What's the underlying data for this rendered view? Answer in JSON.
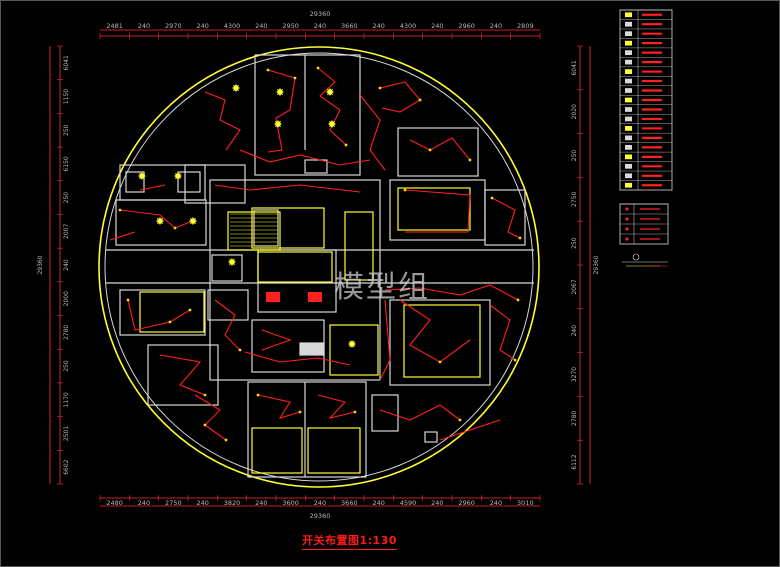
{
  "title": "开关布置图1:130",
  "watermark": "模型组",
  "colors": {
    "background": "#000000",
    "outline": "#ffff33",
    "wall": "#d8d8d8",
    "wiring": "#ff2020",
    "dimension": "#ff3030",
    "dim_text": "#b8b8b8"
  },
  "dimensions": {
    "top_total": "29360",
    "top_segments": [
      "2481",
      "240",
      "2970",
      "240",
      "4300",
      "240",
      "2950",
      "240",
      "3660",
      "240",
      "4300",
      "240",
      "2960",
      "240",
      "2809"
    ],
    "bottom_total": "29360",
    "bottom_segments": [
      "2480",
      "240",
      "2750",
      "240",
      "3820",
      "240",
      "3600",
      "240",
      "3660",
      "240",
      "4590",
      "240",
      "2960",
      "240",
      "3010"
    ],
    "left_total": "29360",
    "left_segments": [
      "6041",
      "1150",
      "250",
      "6150",
      "250",
      "2007",
      "240",
      "2000",
      "2780",
      "250",
      "1170",
      "2501",
      "6602"
    ],
    "right_total": "29360",
    "right_segments": [
      "6041",
      "2020",
      "250",
      "2750",
      "250",
      "2067",
      "240",
      "3270",
      "2780",
      "6112"
    ]
  },
  "legend": {
    "icon": "switch-legend-icon",
    "rows": 19
  },
  "fixtures": {
    "icon": "ceiling-light-icon"
  }
}
